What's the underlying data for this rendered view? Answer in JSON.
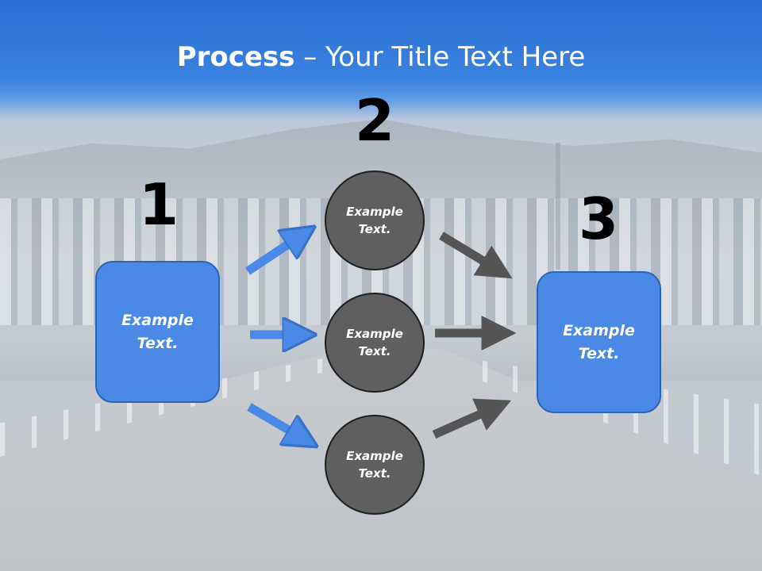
{
  "title": {
    "bold": "Process",
    "rest": " – Your Title Text Here"
  },
  "steps": {
    "one": "1",
    "two": "2",
    "three": "3"
  },
  "left_box": "Example\nText.",
  "circles": [
    {
      "text": "Example\nText."
    },
    {
      "text": "Example\nText."
    },
    {
      "text": "Example\nText."
    }
  ],
  "right_box": "Example\nText.",
  "colors": {
    "accent_blue": "#4a8ae6",
    "circle_gray": "#5f5f5f",
    "arrow_blue": "#4a8ae6",
    "arrow_gray": "#555555",
    "title_band": "#2a6fd3"
  }
}
